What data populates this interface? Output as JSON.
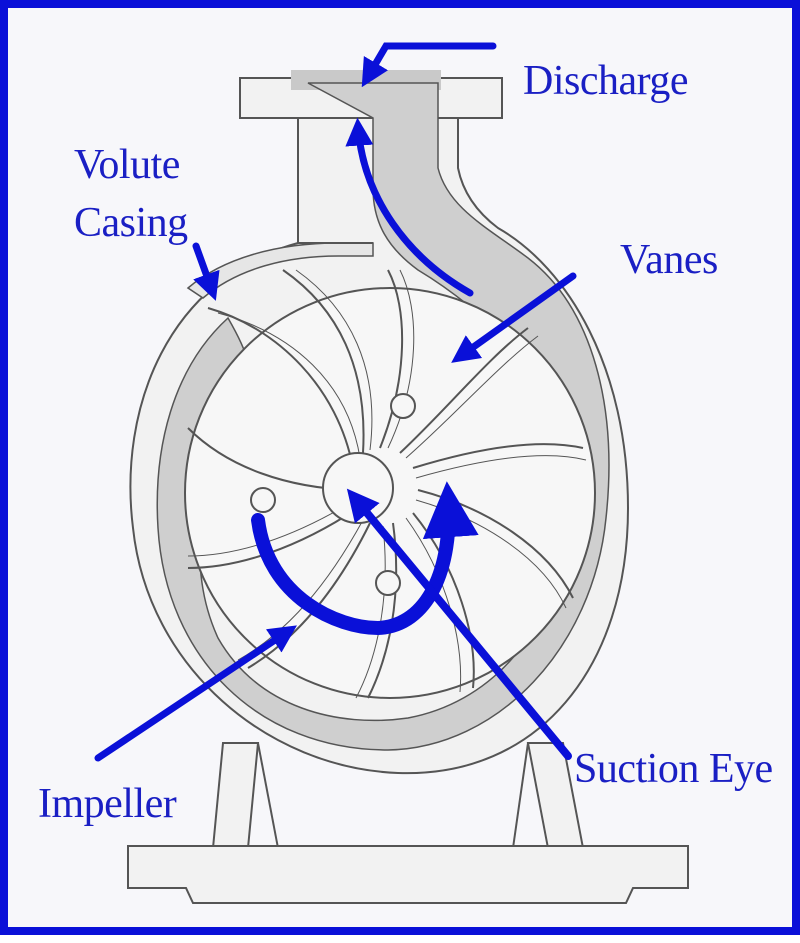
{
  "labels": {
    "discharge": "Discharge",
    "volute_line1": "Volute",
    "volute_line2": "Casing",
    "vanes": "Vanes",
    "suction_eye": "Suction Eye",
    "impeller": "Impeller"
  },
  "colors": {
    "frame": "#0a10d8",
    "arrow": "#0a10d8",
    "label_text": "#1a1fc4",
    "casing_fill": "#cfcfcf",
    "outline": "#555555",
    "background": "#f7f7fa"
  }
}
